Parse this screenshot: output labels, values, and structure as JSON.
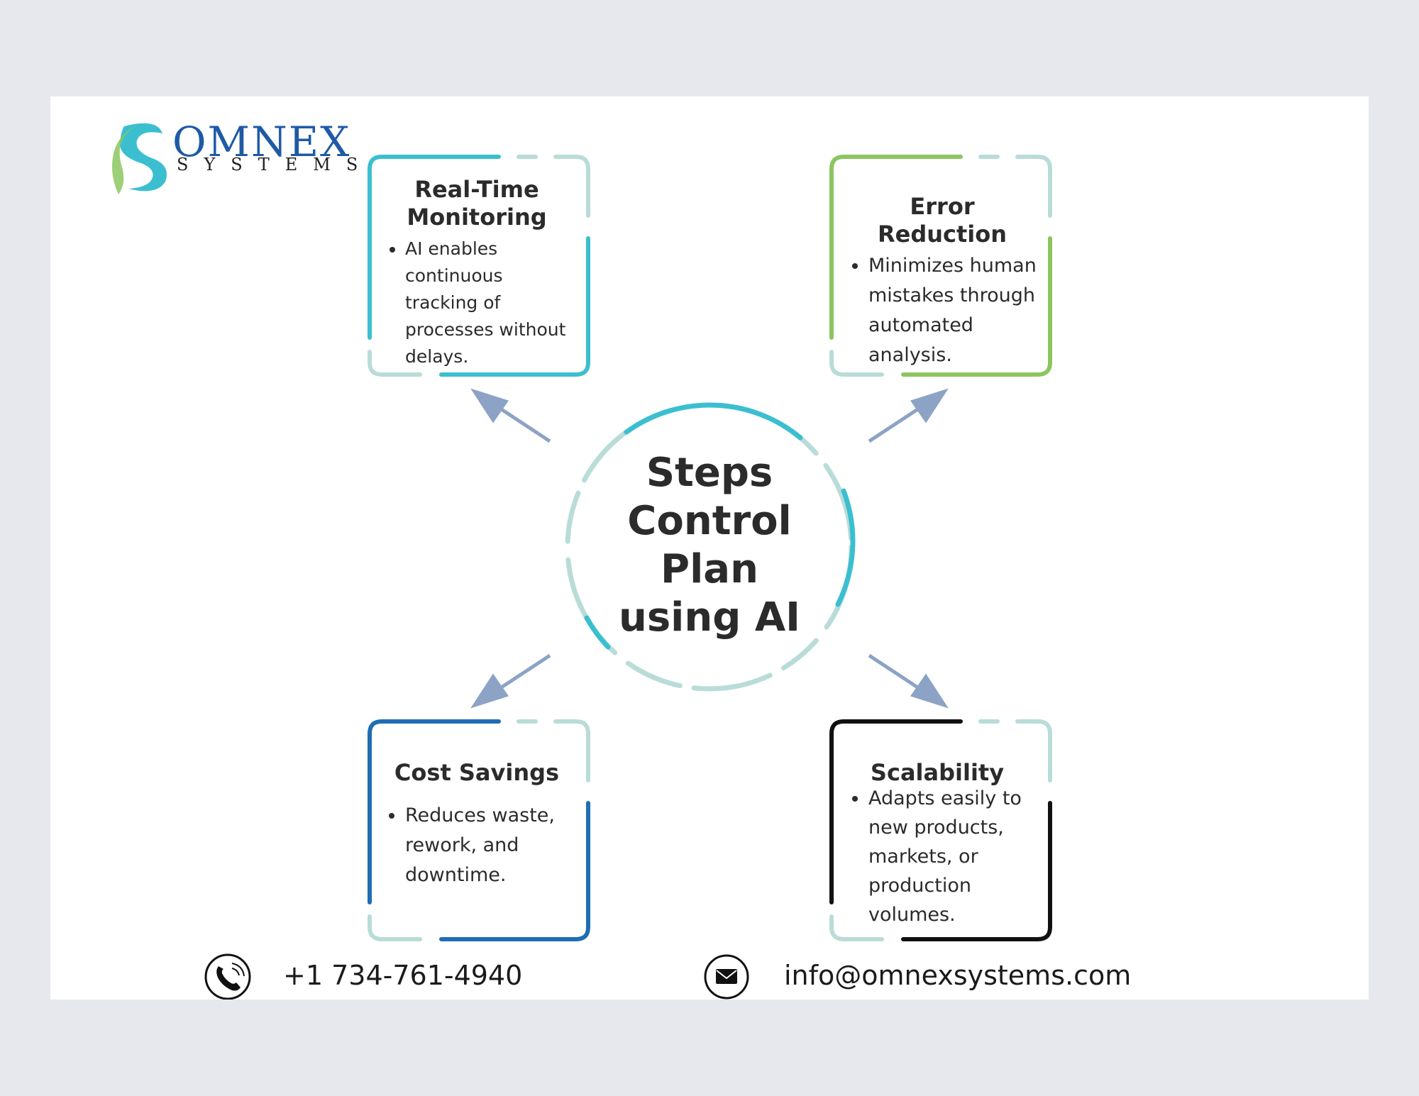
{
  "logo": {
    "brand": "OMNEX",
    "tagline": "SYSTEMS"
  },
  "center": {
    "title_lines": [
      "Steps",
      "Control",
      "Plan",
      "using AI"
    ]
  },
  "cards": [
    {
      "title": "Real-Time Monitoring",
      "bullet": "AI enables continuous tracking of processes without delays.",
      "accent": "#3bbfd0"
    },
    {
      "title": "Error Reduction",
      "bullet": "Minimizes human mistakes through automated analysis.",
      "accent": "#8cc560"
    },
    {
      "title": "Cost Savings",
      "bullet": "Reduces waste, rework, and downtime.",
      "accent": "#1f6db4"
    },
    {
      "title": "Scalability",
      "bullet": "Adapts easily to new products, markets, or production volumes.",
      "accent": "#111111"
    }
  ],
  "colors": {
    "ring_light": "#b9dcd8",
    "ring_accent": "#3bbfd0",
    "arrow": "#8ca3c6",
    "background": "#e6e8ed"
  },
  "contact": {
    "phone_icon": "phone-icon",
    "phone": "+1 734-761-4940",
    "email_icon": "envelope-icon",
    "email": "info@omnexsystems.com"
  }
}
